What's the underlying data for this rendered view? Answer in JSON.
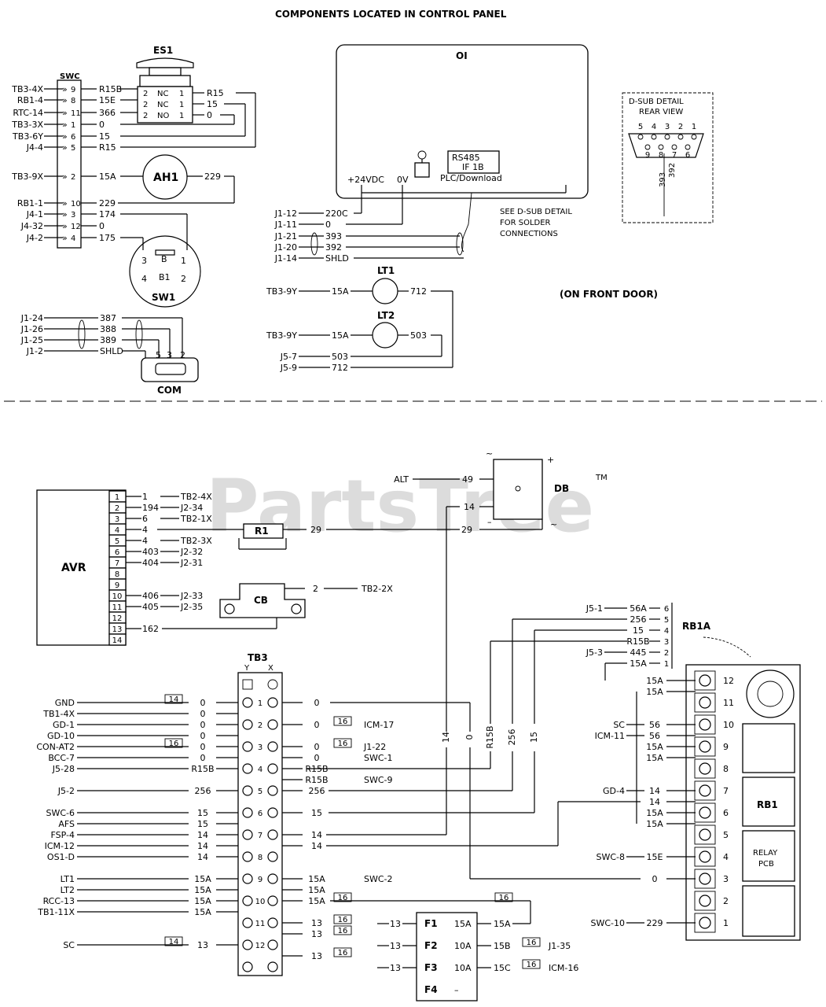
{
  "title": "COMPONENTS LOCATED IN CONTROL PANEL",
  "front_door": "(ON FRONT DOOR)",
  "watermark": "PartsTree",
  "watermark_tm": "TM",
  "see_dsub": [
    "SEE D-SUB DETAIL",
    "FOR SOLDER",
    "CONNECTIONS"
  ],
  "swc": {
    "label": "SWC",
    "rows": [
      {
        "left": "TB3-4X",
        "pin": "9",
        "right": "R15B"
      },
      {
        "left": "RB1-4",
        "pin": "8",
        "right": "15E"
      },
      {
        "left": "RTC-14",
        "pin": "11",
        "right": "366"
      },
      {
        "left": "TB3-3X",
        "pin": "1",
        "right": "0"
      },
      {
        "left": "TB3-6Y",
        "pin": "6",
        "right": "15"
      },
      {
        "left": "J4-4",
        "pin": "5",
        "right": "R15"
      },
      {
        "left": "TB3-9X",
        "pin": "2",
        "right": "15A"
      },
      {
        "left": "RB1-1",
        "pin": "10",
        "right": "229"
      },
      {
        "left": "J4-1",
        "pin": "3",
        "right": "174"
      },
      {
        "left": "J4-32",
        "pin": "12",
        "right": "0"
      },
      {
        "left": "J4-2",
        "pin": "4",
        "right": "175"
      }
    ]
  },
  "es1": {
    "label": "ES1",
    "rows": [
      {
        "a": "2",
        "b": "NC",
        "c": "1",
        "w": "R15"
      },
      {
        "a": "2",
        "b": "NC",
        "c": "1",
        "w": "15"
      },
      {
        "a": "2",
        "b": "NO",
        "c": "1",
        "w": "0"
      }
    ]
  },
  "ah1": {
    "label": "AH1"
  },
  "sw1": {
    "label": "SW1",
    "pins": [
      "3",
      "B",
      "1",
      "4",
      "B1",
      "2"
    ]
  },
  "com": {
    "label": "COM",
    "pins": [
      "5",
      "3",
      "2"
    ],
    "rows": [
      {
        "left": "J1-24",
        "wire": "387"
      },
      {
        "left": "J1-26",
        "wire": "388"
      },
      {
        "left": "J1-25",
        "wire": "389"
      },
      {
        "left": "J1-2",
        "wire": "SHLD"
      }
    ]
  },
  "oi": {
    "label": "OI",
    "pwr": "+24VDC",
    "zero": "0V",
    "rs485": "RS485",
    "if": "IF 1B",
    "plc": "PLC/Download",
    "rows": [
      {
        "left": "J1-12",
        "wire": "220C"
      },
      {
        "left": "J1-11",
        "wire": "0"
      },
      {
        "left": "J1-21",
        "wire": "393"
      },
      {
        "left": "J1-20",
        "wire": "392"
      },
      {
        "left": "J1-14",
        "wire": "SHLD"
      }
    ]
  },
  "dsub": {
    "title": "D-SUB DETAIL",
    "sub": "REAR VIEW",
    "top": [
      "5",
      "4",
      "3",
      "2",
      "1"
    ],
    "bot": [
      "9",
      "8",
      "7",
      "6"
    ],
    "wires": [
      "393",
      "392"
    ]
  },
  "lt1": {
    "label": "LT1",
    "left": "TB3-9Y",
    "in": "15A",
    "out": "712"
  },
  "lt2": {
    "label": "LT2",
    "left": "TB3-9Y",
    "in": "15A",
    "out": "503"
  },
  "j5rows": [
    {
      "left": "J5-7",
      "wire": "503"
    },
    {
      "left": "J5-9",
      "wire": "712"
    }
  ],
  "avr": {
    "label": "AVR",
    "pins": [
      "1",
      "2",
      "3",
      "4",
      "5",
      "6",
      "7",
      "8",
      "9",
      "10",
      "11",
      "12",
      "13",
      "14"
    ],
    "wires": [
      {
        "w": "1",
        "d": "TB2-4X"
      },
      {
        "w": "194",
        "d": "J2-34"
      },
      {
        "w": "6",
        "d": "TB2-1X"
      },
      {
        "w": "4",
        "d": ""
      },
      {
        "w": "4",
        "d": "TB2-3X"
      },
      {
        "w": "403",
        "d": "J2-32"
      },
      {
        "w": "404",
        "d": "J2-31"
      },
      {
        "w": "",
        "d": ""
      },
      {
        "w": "",
        "d": ""
      },
      {
        "w": "406",
        "d": "J2-33"
      },
      {
        "w": "405",
        "d": "J2-35"
      },
      {
        "w": "",
        "d": ""
      },
      {
        "w": "162",
        "d": ""
      },
      {
        "w": "",
        "d": ""
      }
    ]
  },
  "r1": {
    "label": "R1",
    "wire": "29"
  },
  "db": {
    "label": "DB",
    "alt": "ALT",
    "w49": "49",
    "w14": "14",
    "w29": "29",
    "plus": "+",
    "minus": "–",
    "ac": "~"
  },
  "cb": {
    "label": "CB",
    "wire": "2",
    "dest": "TB2-2X"
  },
  "tb3": {
    "label": "TB3",
    "y": "Y",
    "x": "X",
    "left": [
      {
        "n": "GND",
        "w": "0",
        "b": "14"
      },
      {
        "n": "TB1-4X",
        "w": "0"
      },
      {
        "n": "GD-1",
        "w": "0"
      },
      {
        "n": "GD-10",
        "w": "0"
      },
      {
        "n": "CON-AT2",
        "w": "0",
        "b": "16"
      },
      {
        "n": "BCC-7",
        "w": "0"
      },
      {
        "n": "J5-28",
        "w": "R15B"
      },
      {
        "n": "J5-2",
        "w": "256"
      },
      {
        "n": "SWC-6",
        "w": "15"
      },
      {
        "n": "AFS",
        "w": "15"
      },
      {
        "n": "FSP-4",
        "w": "14"
      },
      {
        "n": "ICM-12",
        "w": "14"
      },
      {
        "n": "OS1-D",
        "w": "14"
      },
      {
        "n": "LT1",
        "w": "15A"
      },
      {
        "n": "LT2",
        "w": "15A"
      },
      {
        "n": "RCC-13",
        "w": "15A"
      },
      {
        "n": "TB1-11X",
        "w": "15A"
      },
      {
        "n": "SC",
        "w": "13",
        "b": "14"
      }
    ],
    "terminals": [
      "1",
      "2",
      "3",
      "4",
      "5",
      "6",
      "7",
      "8",
      "9",
      "10",
      "11",
      "12"
    ],
    "right": [
      {
        "w": "0"
      },
      {
        "w": "0",
        "b": "16",
        "d": "ICM-17"
      },
      {
        "w": "0",
        "b": "16",
        "d": "J1-22"
      },
      {
        "w": "0",
        "d": "SWC-1"
      },
      {
        "w": "R15B"
      },
      {
        "w": "R15B",
        "d": "SWC-9"
      },
      {
        "w": "256"
      },
      {
        "w": "15"
      },
      {
        "w": "14"
      },
      {
        "w": "14"
      },
      {
        "w": "15A",
        "d": "SWC-2"
      },
      {
        "w": "15A"
      },
      {
        "w": "15A",
        "b": "16"
      },
      {
        "w": "13",
        "b": "16"
      },
      {
        "w": "13",
        "b": "16"
      },
      {
        "w": "13",
        "b": "16"
      }
    ]
  },
  "fuses": [
    {
      "n": "F1",
      "amp": "15A",
      "w": "13",
      "out": "15A",
      "d": ""
    },
    {
      "n": "F2",
      "amp": "10A",
      "w": "13",
      "out": "15B",
      "d": "J1-35",
      "b": "16"
    },
    {
      "n": "F3",
      "amp": "10A",
      "w": "13",
      "out": "15C",
      "d": "ICM-16",
      "b": "16"
    },
    {
      "n": "F4",
      "amp": "–",
      "w": "",
      "out": "",
      "d": ""
    }
  ],
  "b16": "16",
  "verticals": [
    "14",
    "0",
    "R15B",
    "256",
    "15"
  ],
  "rb1a": {
    "label": "RB1A",
    "rows": [
      {
        "left": "J5-1",
        "w": "56A",
        "p": "6"
      },
      {
        "left": "",
        "w": "256",
        "p": "5"
      },
      {
        "left": "",
        "w": "15",
        "p": "4"
      },
      {
        "left": "",
        "w": "R15B",
        "p": "3"
      },
      {
        "left": "J5-3",
        "w": "445",
        "p": "2"
      },
      {
        "left": "",
        "w": "15A",
        "p": "1"
      }
    ]
  },
  "rb1": {
    "label": "RB1",
    "relay": [
      "RELAY",
      "PCB"
    ],
    "terminals": [
      "12",
      "11",
      "10",
      "9",
      "8",
      "7",
      "6",
      "5",
      "4",
      "3",
      "2",
      "1"
    ],
    "wires": [
      {
        "n": "",
        "w": "15A"
      },
      {
        "n": "",
        "w": "15A"
      },
      {
        "n": "SC",
        "w": "56"
      },
      {
        "n": "ICM-11",
        "w": "56"
      },
      {
        "n": "",
        "w": "15A"
      },
      {
        "n": "",
        "w": "15A"
      },
      {
        "n": "GD-4",
        "w": "14"
      },
      {
        "n": "",
        "w": "14"
      },
      {
        "n": "",
        "w": "15A"
      },
      {
        "n": "",
        "w": "15A"
      },
      {
        "n": "SWC-8",
        "w": "15E"
      },
      {
        "n": "",
        "w": "0"
      },
      {
        "n": "SWC-10",
        "w": "229"
      }
    ]
  }
}
